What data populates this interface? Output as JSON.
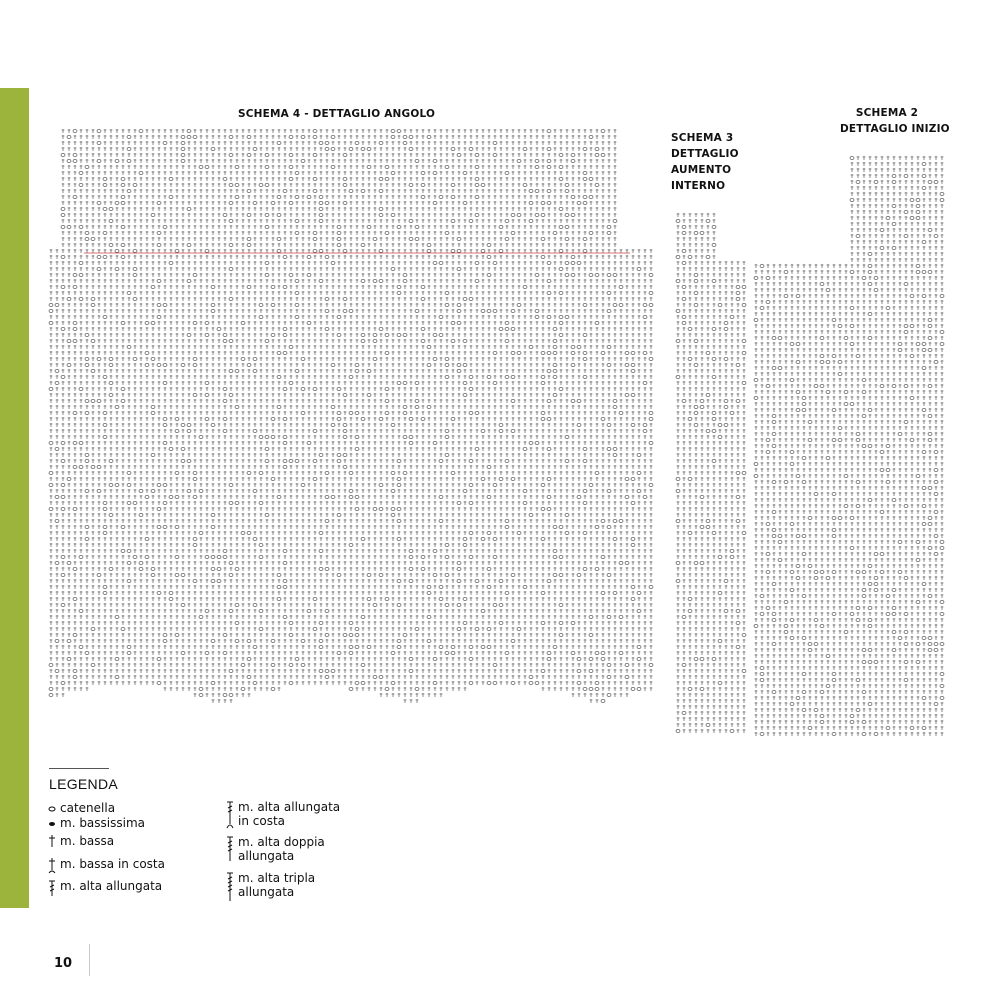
{
  "accent_color": "#9cb33c",
  "titles": {
    "schema4": "SCHEMA 4 - DETTAGLIO ANGOLO",
    "schema3": [
      "SCHEMA 3",
      "DETTAGLIO",
      "AUMENTO",
      "INTERNO"
    ],
    "schema2": [
      "SCHEMA 2",
      "DETTAGLIO INIZIO"
    ]
  },
  "legend": {
    "title": "LEGENDA",
    "col1": [
      {
        "icon": "chain-stitch-icon",
        "label": "catenella"
      },
      {
        "icon": "slip-stitch-icon",
        "label": "m. bassissima"
      },
      {
        "icon": "single-crochet-icon",
        "label": "m. bassa"
      },
      {
        "icon": "single-crochet-back-loop-icon",
        "label": "m. bassa in costa"
      },
      {
        "icon": "long-double-crochet-icon",
        "label": "m. alta allungata"
      }
    ],
    "col2": [
      {
        "icon": "long-double-crochet-back-loop-icon",
        "label": "m. alta allungata\nin costa"
      },
      {
        "icon": "long-double-double-crochet-icon",
        "label": "m. alta doppia\nallungata"
      },
      {
        "icon": "long-triple-crochet-icon",
        "label": "m. alta tripla\nallungata"
      }
    ]
  },
  "page_number": "10"
}
